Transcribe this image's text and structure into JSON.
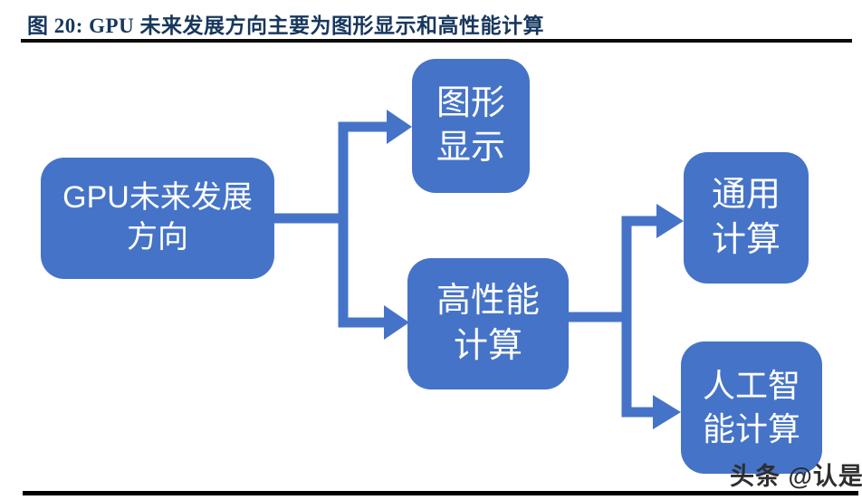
{
  "figure": {
    "title": "图 20:  GPU 未来发展方向主要为图形显示和高性能计算",
    "watermark": "头条 @认是"
  },
  "diagram": {
    "type": "tree-flowchart",
    "direction": "left-to-right",
    "nodes": {
      "root": {
        "id": "gpu-future-direction",
        "label": "GPU未来发展\n方向"
      },
      "graphics": {
        "id": "graphics-display",
        "label": "图形\n显示"
      },
      "hpc": {
        "id": "high-performance-computing",
        "label": "高性能\n计算"
      },
      "general": {
        "id": "general-computing",
        "label": "通用\n计算"
      },
      "ai": {
        "id": "ai-computing",
        "label": "人工智\n能计算"
      }
    },
    "edges": [
      {
        "from": "GPU未来发展方向",
        "to": "图形显示",
        "arrow": "right"
      },
      {
        "from": "GPU未来发展方向",
        "to": "高性能计算",
        "arrow": "right"
      },
      {
        "from": "高性能计算",
        "to": "通用计算",
        "arrow": "right"
      },
      {
        "from": "高性能计算",
        "to": "人工智能计算",
        "arrow": "right"
      }
    ],
    "colors": {
      "node_fill": "#4573c8",
      "node_text": "#ffffff",
      "connector": "#4573c8",
      "title_text": "#17375e",
      "rule_top": "#0a0a0a",
      "rule_bottom": "#000000",
      "watermark_text": "#2e2e2e",
      "background": "#ffffff"
    }
  }
}
